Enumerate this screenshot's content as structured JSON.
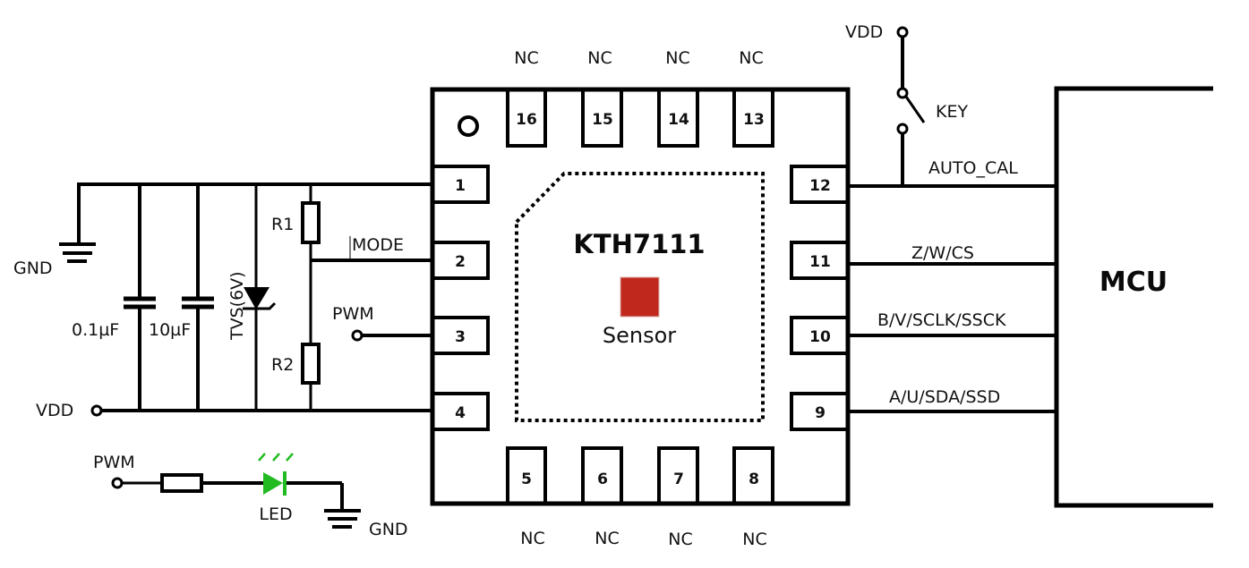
{
  "chip": {
    "name": "KTH7111",
    "sensor_label": "Sensor",
    "sensor_color": "#c0281e"
  },
  "mcu": {
    "label": "MCU"
  },
  "pins": {
    "left": [
      "1",
      "2",
      "3",
      "4"
    ],
    "bottom": [
      "5",
      "6",
      "7",
      "8"
    ],
    "right": [
      "12",
      "11",
      "10",
      "9"
    ],
    "top": [
      "16",
      "15",
      "14",
      "13"
    ]
  },
  "nc_labels": {
    "top": [
      "NC",
      "NC",
      "NC",
      "NC"
    ],
    "bottom": [
      "NC",
      "NC",
      "NC",
      "NC"
    ]
  },
  "left_circuit": {
    "gnd_label": "GND",
    "vdd_label": "VDD",
    "cap1_label": "0.1µF",
    "cap2_label": "10µF",
    "tvs_label": "TVS(6V)",
    "r1_label": "R1",
    "r2_label": "R2",
    "mode_label": "MODE",
    "pwm_label": "PWM"
  },
  "led_circuit": {
    "pwm_label": "PWM",
    "led_label": "LED",
    "gnd_label": "GND",
    "led_color": "#22bb22"
  },
  "right_signals": {
    "vdd_label": "VDD",
    "key_label": "KEY",
    "auto_cal": "AUTO_CAL",
    "pin11_signal": "Z/W/CS",
    "pin10_signal": "B/V/SCLK/SSCK",
    "pin9_signal": "A/U/SDA/SSD"
  }
}
